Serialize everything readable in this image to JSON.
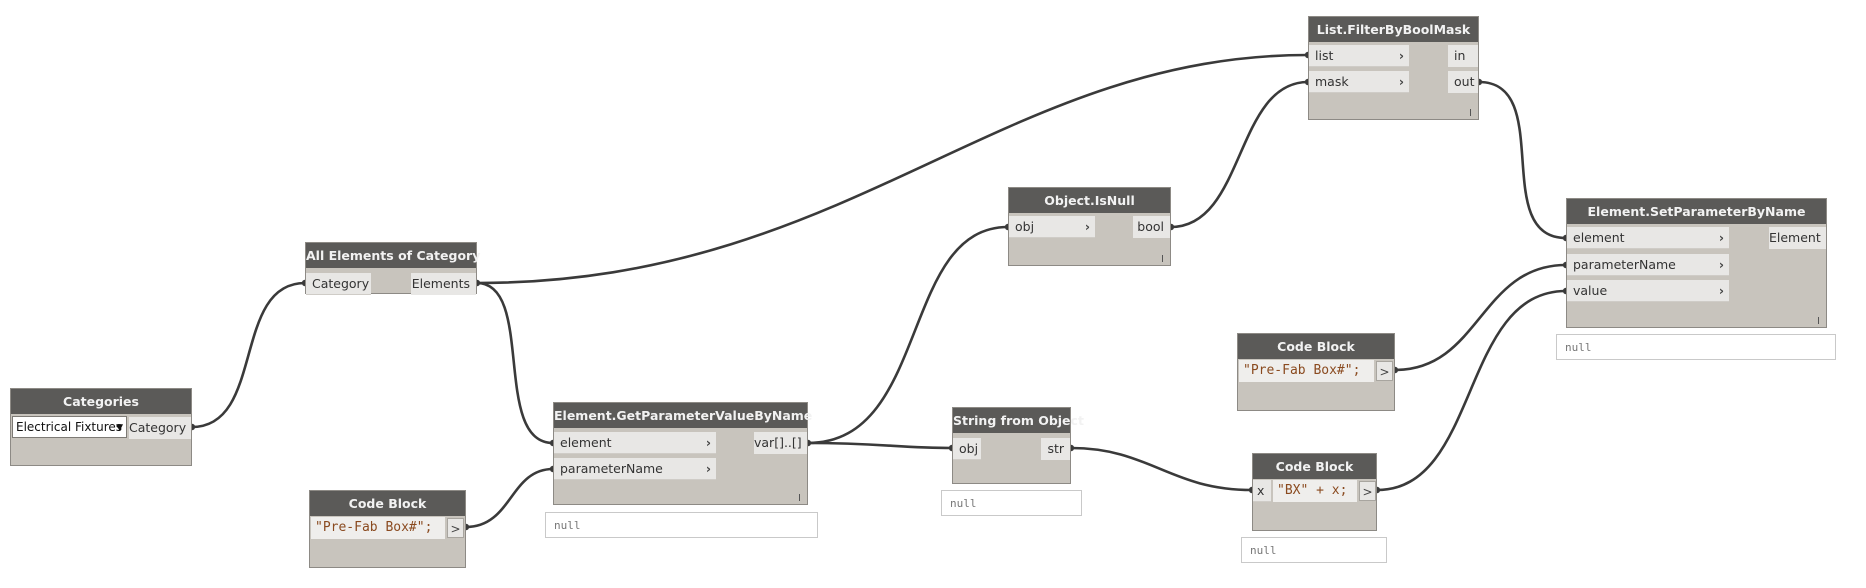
{
  "nodes": {
    "categories": {
      "title": "Categories",
      "dropdown_value": "Electrical Fixtures",
      "output": "Category"
    },
    "all_elements": {
      "title": "All Elements of Category",
      "input": "Category",
      "output": "Elements"
    },
    "code_block_1": {
      "title": "Code Block",
      "code": "\"Pre-Fab Box#\";",
      "output": ">"
    },
    "get_param": {
      "title": "Element.GetParameterValueByName",
      "inputs": [
        "element",
        "parameterName"
      ],
      "output": "var[]..[]",
      "preview": "null"
    },
    "string_from_object": {
      "title": "String from Object",
      "input": "obj",
      "output": "str",
      "preview": "null"
    },
    "object_isnull": {
      "title": "Object.IsNull",
      "input": "obj",
      "output": "bool"
    },
    "filter_mask": {
      "title": "List.FilterByBoolMask",
      "inputs": [
        "list",
        "mask"
      ],
      "outputs": [
        "in",
        "out"
      ]
    },
    "code_block_2": {
      "title": "Code Block",
      "code": "\"Pre-Fab Box#\";",
      "output": ">"
    },
    "code_block_3": {
      "title": "Code Block",
      "input": "x",
      "code": "\"BX\" + x;",
      "output": ">",
      "preview": "null"
    },
    "set_param": {
      "title": "Element.SetParameterByName",
      "inputs": [
        "element",
        "parameterName",
        "value"
      ],
      "output": "Element",
      "preview": "null"
    }
  },
  "icons": {
    "dropdown_arrow": "caret-down-icon",
    "input_chevron": "chevron-right-icon"
  },
  "colors": {
    "node_header": "#5b5a58",
    "node_body": "#c8c4bd",
    "port": "#e8e7e5",
    "wire": "#3a3a3a",
    "code_string": "#8a4a1f"
  }
}
